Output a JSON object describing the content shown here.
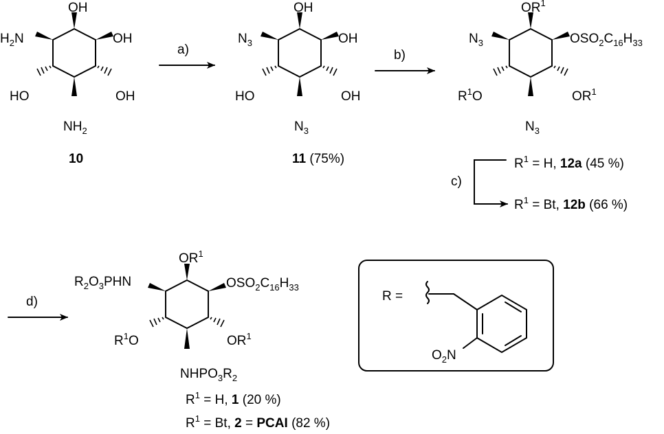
{
  "compound_10": {
    "substituents": {
      "oh_top": "OH",
      "oh_upper_right": "OH",
      "amine_upper_left": "H2N",
      "ho_lower_left": "HO",
      "oh_lower_right": "OH",
      "amine_bottom": "NH2"
    },
    "id": "10"
  },
  "compound_11": {
    "substituents": {
      "oh_top": "OH",
      "oh_upper_right": "OH",
      "azide_upper_left": "N3",
      "ho_lower_left": "HO",
      "oh_lower_right": "OH",
      "azide_bottom": "N3"
    },
    "id": "11",
    "yield": "(75%)"
  },
  "compound_12": {
    "substituents": {
      "or_top": "OR1",
      "sulfonate_upper_right": "OSO2C16H33",
      "azide_upper_left": "N3",
      "or_lower_left": "R1O",
      "or_lower_right": "OR1",
      "azide_bottom": "N3"
    },
    "variants": [
      {
        "r1": "R1 = H,",
        "id": "12a",
        "yield": "(45 %)"
      },
      {
        "r1": "R1 = Bt,",
        "id": "12b",
        "yield": "(66 %)"
      }
    ]
  },
  "compound_final": {
    "substituents": {
      "or_top": "OR1",
      "sulfonate_upper_right": "OSO2C16H33",
      "phosphoramide_upper_left": "R2O3PHN",
      "or_lower_left": "R1O",
      "or_lower_right": "OR1",
      "phosphoramide_bottom": "NHPO3R2"
    },
    "variants": [
      {
        "r1": "R1 = H,",
        "id": "1",
        "yield": "(20 %)"
      },
      {
        "r1": "R1 = Bt,",
        "id": "2",
        "name": "= PCAI",
        "yield": "(82 %)"
      }
    ]
  },
  "r_group_box": {
    "label": "R =",
    "substituent": "O2N"
  },
  "steps": {
    "a": "a)",
    "b": "b)",
    "c": "c)",
    "d": "d)"
  }
}
